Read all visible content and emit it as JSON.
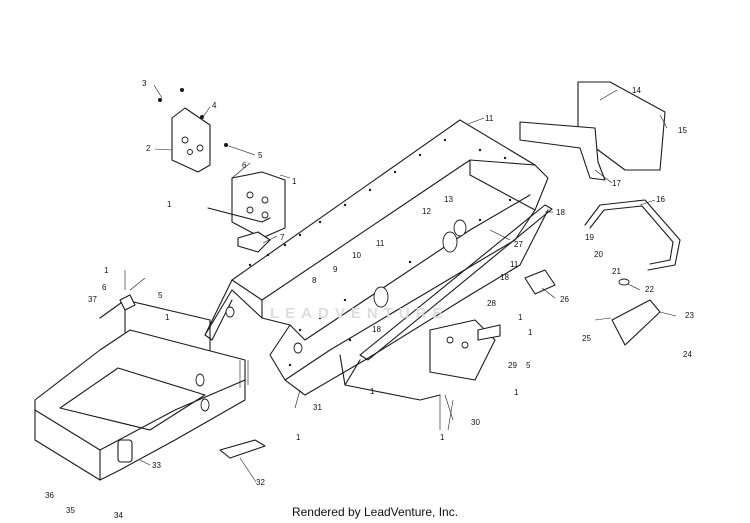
{
  "footer_text": "Rendered by LeadVenture, Inc.",
  "watermark_text": "LEADVENTURE",
  "callouts": [
    "1",
    "2",
    "3",
    "4",
    "5",
    "6",
    "7",
    "8",
    "9",
    "10",
    "11",
    "12",
    "13",
    "14",
    "15",
    "16",
    "17",
    "18",
    "19",
    "20",
    "21",
    "22",
    "23",
    "24",
    "25",
    "26",
    "27",
    "28",
    "29",
    "30",
    "31",
    "32",
    "33",
    "34",
    "35",
    "36",
    "37"
  ]
}
